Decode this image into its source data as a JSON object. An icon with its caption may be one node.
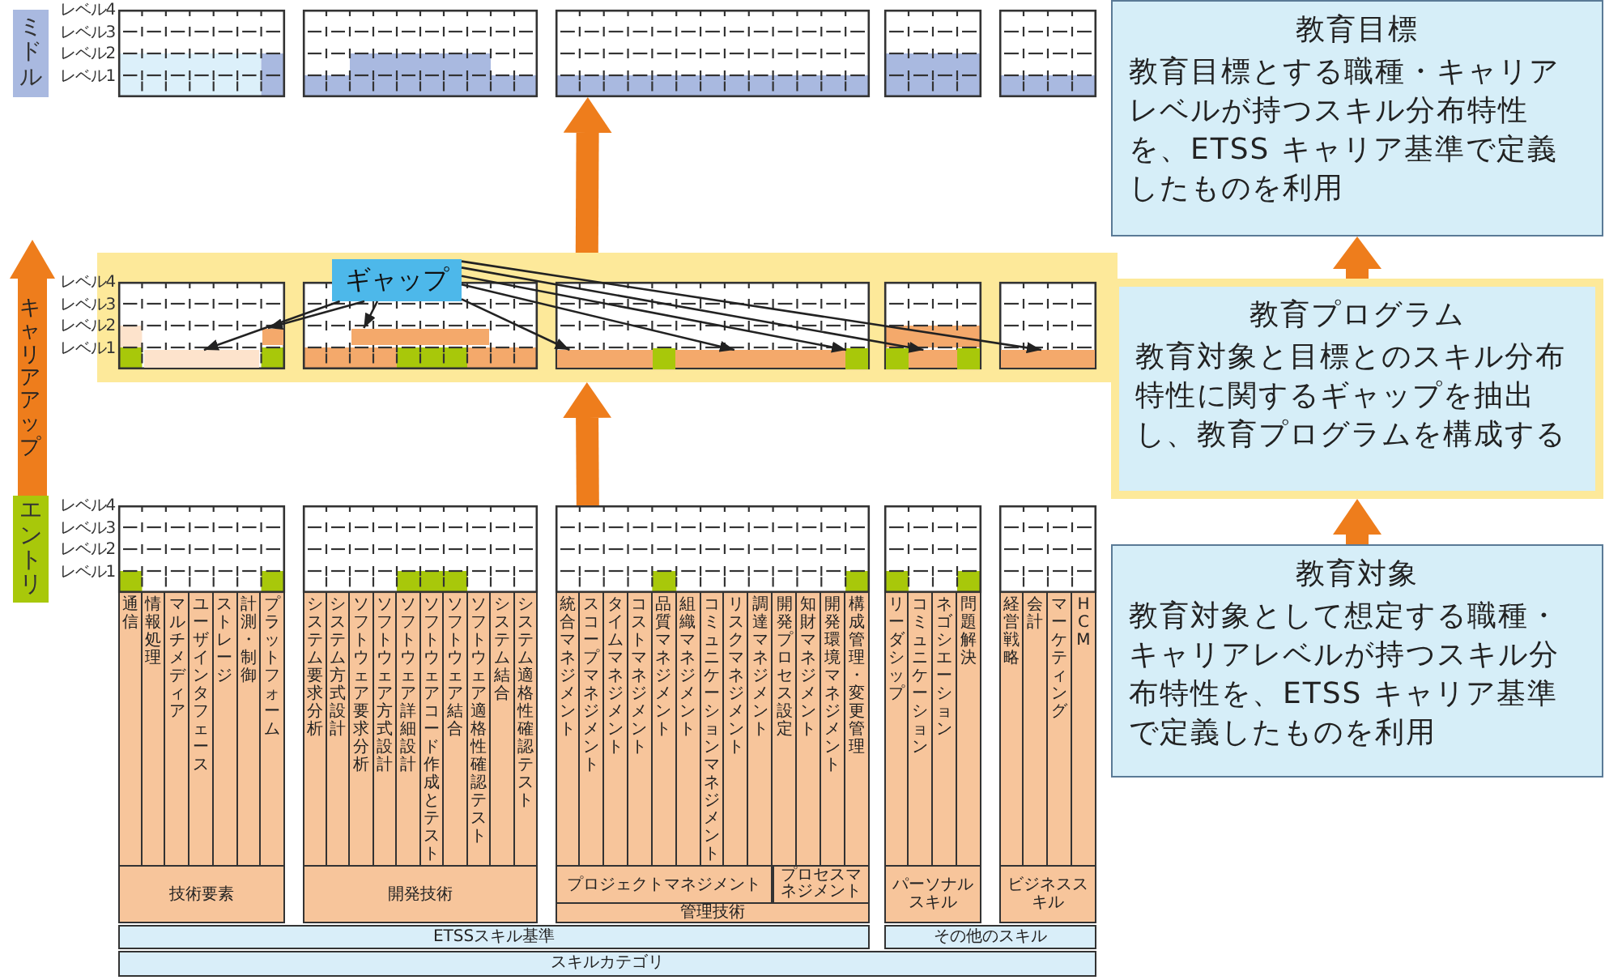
{
  "diagram": {
    "nodes": [
      {
        "text": [
          "ミドル"
        ]
      },
      {
        "text": [],
        "shape": "grid"
      },
      {
        "text": [],
        "shape": "band"
      },
      {
        "text": [
          "キャリアアップ"
        ]
      },
      {
        "text": [
          "ギャップ"
        ],
        "in": 2
      },
      {
        "text": [],
        "shape": "box",
        "in": 2
      },
      {
        "text": [],
        "shape": "box",
        "in": 2
      },
      {
        "text": [],
        "shape": "box",
        "in": 2
      },
      {
        "text": [],
        "shape": "box",
        "in": 2
      },
      {
        "text": [],
        "shape": "box",
        "in": 2
      },
      {
        "text": [],
        "shape": "box",
        "in": 2
      },
      {
        "text": [
          "エントリ"
        ]
      },
      {
        "text": [],
        "shape": "grid"
      },
      {
        "text": [
          "教育目標",
          "教育目標とする職種・キャリアレベルが持つスキル分布特性を、ETSS キャリア基準で定義したものを利用"
        ]
      },
      {
        "text": [
          "教育プログラム",
          "教育対象と目標とのスキル分布特性に関するギャップを抽出し、教育プログラムを構成する"
        ]
      },
      {
        "text": [
          "教育対象",
          "教育対象として想定する職種・キャリアレベルが持つスキル分布特性を、ETSS キャリア基準で定義したものを利用"
        ]
      }
    ],
    "edges": [
      {
        "from": 4,
        "to": 5,
        "arrow": "to"
      },
      {
        "from": 4,
        "to": 6,
        "arrow": "to"
      },
      {
        "from": 4,
        "to": 7,
        "arrow": "to"
      },
      {
        "from": 4,
        "to": 8,
        "arrow": "to"
      },
      {
        "from": 4,
        "to": 8,
        "arrow": "to"
      },
      {
        "from": 4,
        "to": 8,
        "arrow": "to"
      },
      {
        "from": 4,
        "to": 9,
        "arrow": "to"
      },
      {
        "from": 4,
        "to": 10,
        "arrow": "to"
      },
      {
        "from": 12,
        "to": 2,
        "arrow": "to",
        "style": "thick",
        "color": "#ee7d1c"
      },
      {
        "from": 2,
        "to": 1,
        "arrow": "to",
        "style": "thick",
        "color": "#ee7d1c"
      },
      {
        "from": 15,
        "to": 14,
        "arrow": "to",
        "style": "thick",
        "color": "#ee7d1c"
      },
      {
        "from": 14,
        "to": 13,
        "arrow": "to",
        "style": "thick",
        "color": "#ee7d1c"
      }
    ],
    "labels": [
      "レベル4",
      "レベル3",
      "レベル2",
      "レベル1",
      "レベル4",
      "レベル3",
      "レベル2",
      "レベル1",
      "レベル4",
      "レベル3",
      "レベル2",
      "レベル1",
      "通信",
      "情報処理",
      "マルチメディア",
      "ユーザインタフェース",
      "ストレージ",
      "計測・制御",
      "プラットフォーム",
      "システム要求分析",
      "システム方式設計",
      "ソフトウェア要求分析",
      "ソフトウェア方式設計",
      "ソフトウェア詳細設計",
      "ソフトウェアコード作成とテスト",
      "ソフトウェア結合",
      "ソフトウェア適格性確認テスト",
      "システム結合",
      "システム適格性確認テスト",
      "統合マネジメント",
      "スコープマネジメント",
      "タイムマネジメント",
      "コストマネジメント",
      "品質マネジメント",
      "組織マネジメント",
      "コミュニケーションマネジメント",
      "リスクマネジメント",
      "調達マネジメント",
      "開発プロセス設定",
      "知財マネジメント",
      "開発環境マネジメント",
      "構成管理・変更管理",
      "リーダシップ",
      "コミュニケーション",
      "ネゴシエーション",
      "問題解決",
      "経営戦略",
      "会計",
      "マーケティング",
      "HCM",
      "技術要素",
      "開発技術",
      "プロジェクトマネジメント",
      "プロセスマネジメント",
      "パーソナルスキル",
      "ビジネススキル",
      "管理技術",
      "ETSSスキル基準",
      "その他のスキル",
      "スキルカテゴリ"
    ]
  }
}
